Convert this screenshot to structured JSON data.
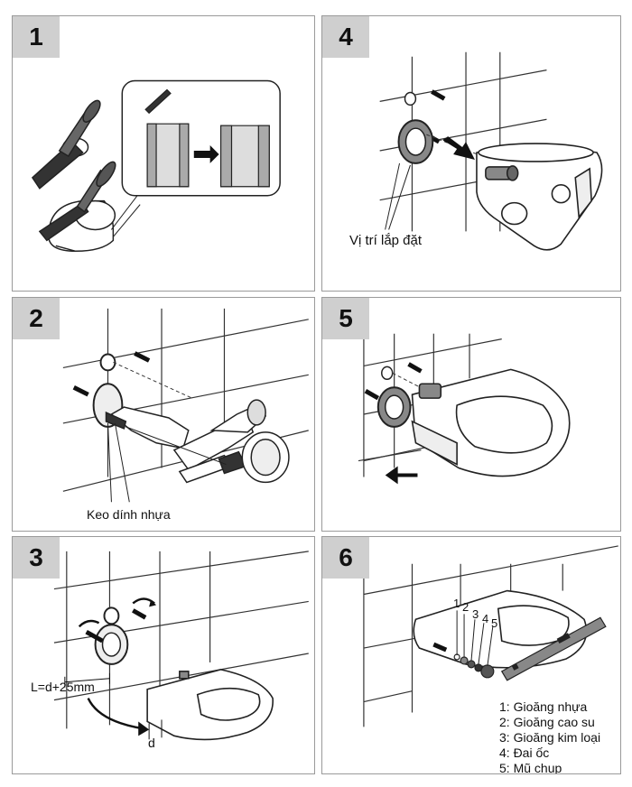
{
  "steps": {
    "s1": {
      "number": "1"
    },
    "s2": {
      "number": "2",
      "label": "Keo dính nhựa"
    },
    "s3": {
      "number": "3",
      "dimension": "L=d+25mm",
      "d": "d"
    },
    "s4": {
      "number": "4",
      "label": "Vị trí lắp đặt"
    },
    "s5": {
      "number": "5"
    },
    "s6": {
      "number": "6",
      "callouts": [
        "1",
        "2",
        "3",
        "4",
        "5"
      ],
      "legend": [
        "1: Gioăng nhựa",
        "2: Gioăng cao su",
        "3: Gioăng kim loại",
        "4: Đai ốc",
        "5: Mũ chụp"
      ]
    }
  }
}
